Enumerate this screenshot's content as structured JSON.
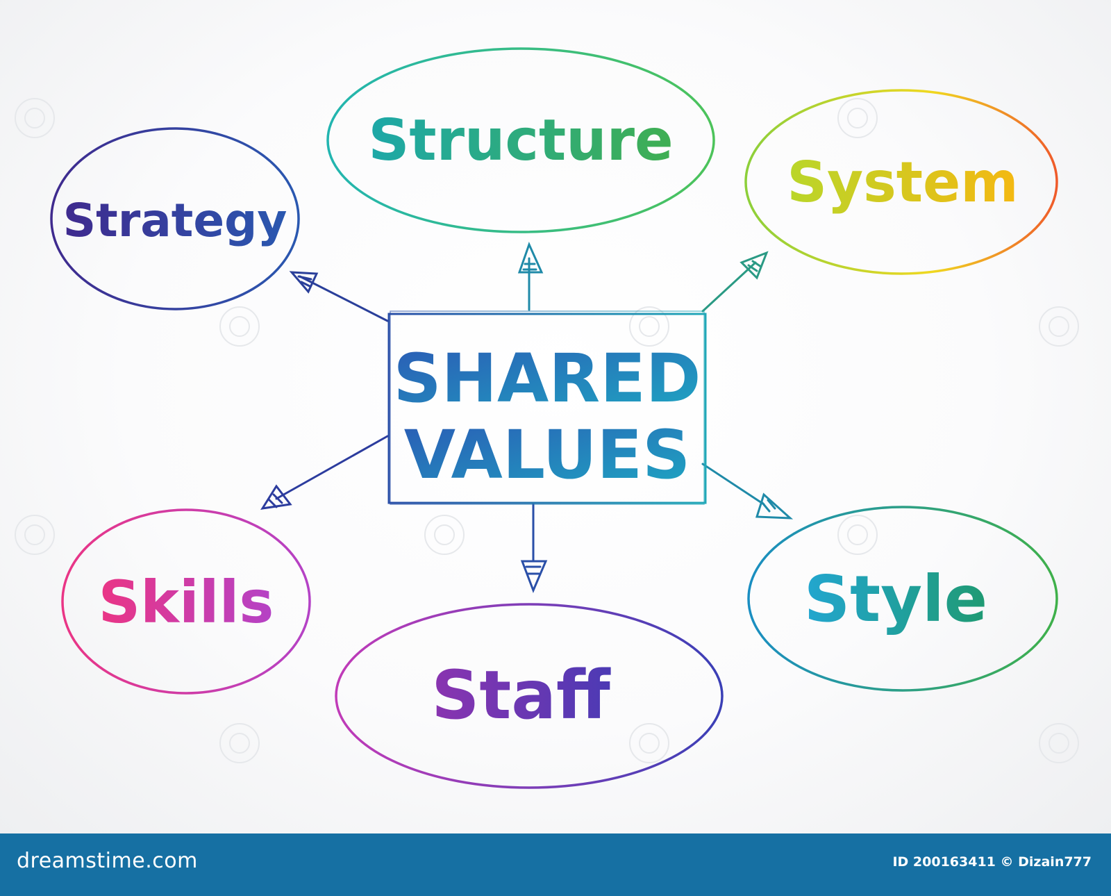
{
  "diagram": {
    "center": {
      "line1": "SHARED",
      "line2": "VALUES"
    },
    "nodes": {
      "strategy": "Strategy",
      "structure": "Structure",
      "system": "System",
      "skills": "Skills",
      "staff": "Staff",
      "style": "Style"
    }
  },
  "footer": {
    "brand": "dreamstime.com",
    "credit": "ID 200163411 © Dizain777"
  },
  "colors": {
    "footer_bg": "#1670a3",
    "strategy": "#2b2f8f",
    "structure": "#1aa6a0",
    "system": "#e0d420",
    "skills": "#e2348a",
    "staff": "#7a37b8",
    "style": "#1a9cc0",
    "center": "#2a5fae"
  }
}
